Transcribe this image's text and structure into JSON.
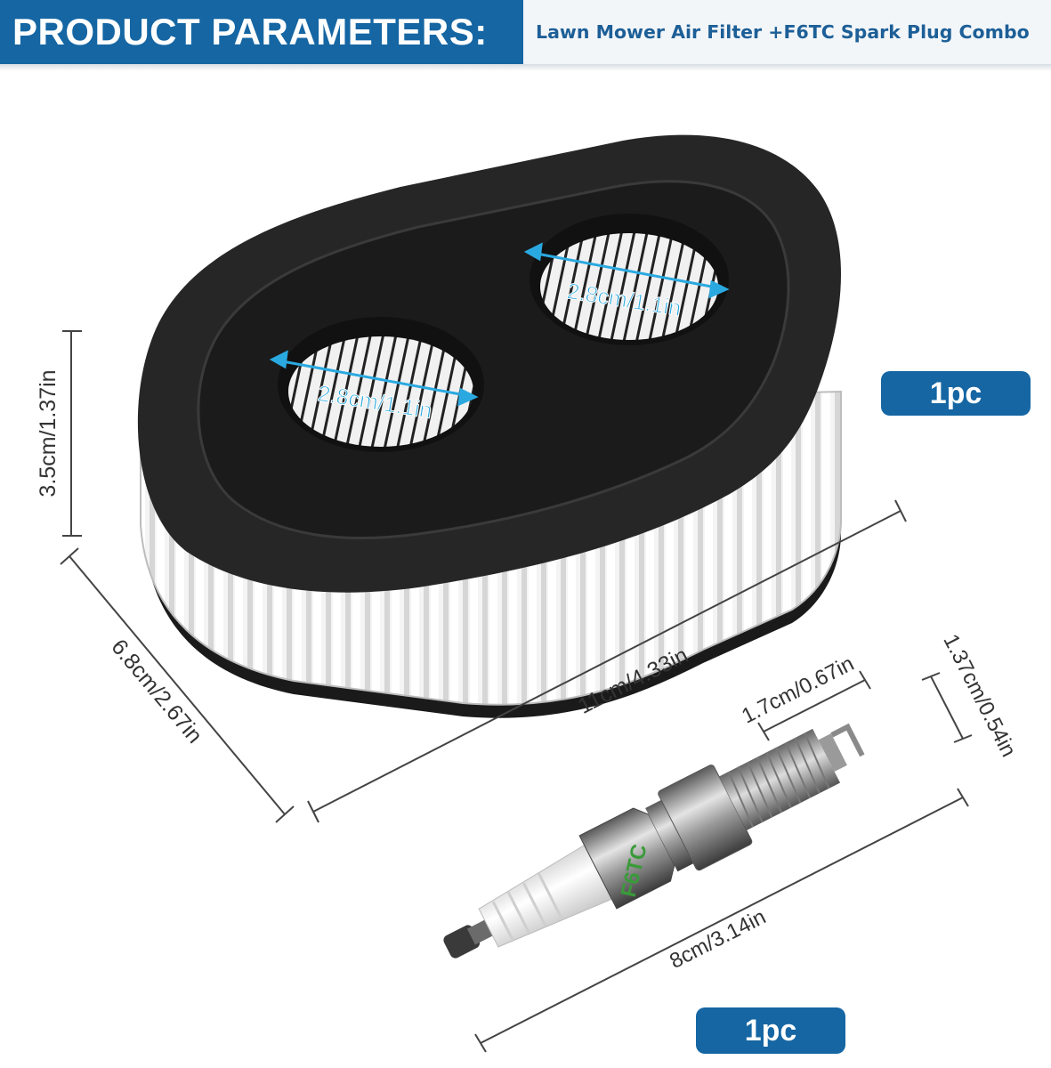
{
  "header": {
    "title": "PRODUCT PARAMETERS:",
    "subtitle": "Lawn Mower Air Filter +F6TC Spark Plug Combo"
  },
  "filter": {
    "inner_diameter_1": "2.8cm/1.1in",
    "inner_diameter_2": "2.8cm/1.1in",
    "height": "3.5cm/1.37in",
    "width": "6.8cm/2.67in",
    "length": "11cm/4.33in",
    "quantity": "1pc"
  },
  "spark_plug": {
    "model_marking": "F6TC",
    "thread_length": "1.7cm/0.67in",
    "thread_diameter": "1.37cm/0.54in",
    "overall_length": "8cm/3.14in",
    "quantity": "1pc"
  },
  "colors": {
    "brand_blue": "#1566a3",
    "dimension_arrow": "#2aa9e0",
    "label_green": "#3a9a3a"
  }
}
